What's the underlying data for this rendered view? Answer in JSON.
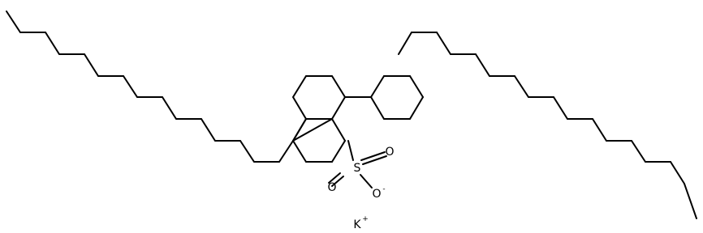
{
  "molecule": {
    "atoms": {
      "sulfur": "S",
      "oxygen_left": "O",
      "oxygen_right": "O",
      "oxygen_anion": "O",
      "oxygen_anion_charge": "-",
      "potassium": "K",
      "potassium_charge": "+"
    }
  }
}
